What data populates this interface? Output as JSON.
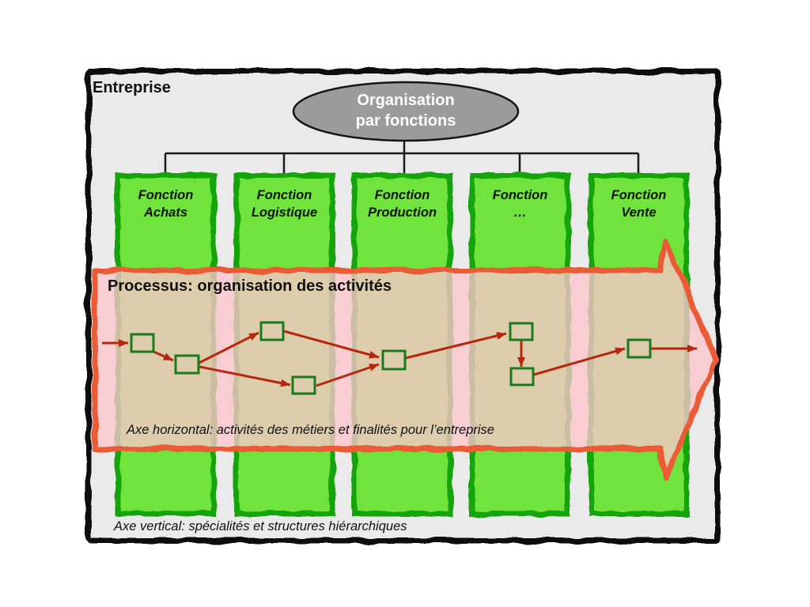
{
  "title": "Entreprise",
  "org_node": {
    "label": "Organisation\npar fonctions"
  },
  "functions": [
    {
      "label": "Fonction\nAchats"
    },
    {
      "label": "Fonction\nLogistique"
    },
    {
      "label": "Fonction\nProduction"
    },
    {
      "label": "Fonction\n…"
    },
    {
      "label": "Fonction\nVente"
    }
  ],
  "process": {
    "title": "Processus: organisation des activités",
    "step_count": 8,
    "horizontal_axis_caption": "Axe horizontal: activités des métiers et finalités pour l’entreprise"
  },
  "vertical_axis_caption": "Axe vertical: spécialités et structures hiérarchiques",
  "colors": {
    "frame_bg": "#eaeaea",
    "frame_border": "#111111",
    "ellipse_fill": "#9b9b9b",
    "ellipse_text": "#ffffff",
    "column_fill": "#6fe33c",
    "column_border": "#12a410",
    "band_fill": "rgba(253,198,204,0.78)",
    "band_border": "#ea5c34",
    "flow_arrow": "#b8260e",
    "step_border": "#1b7a1b",
    "connector": "#1a1a1a",
    "text": "#111111"
  }
}
